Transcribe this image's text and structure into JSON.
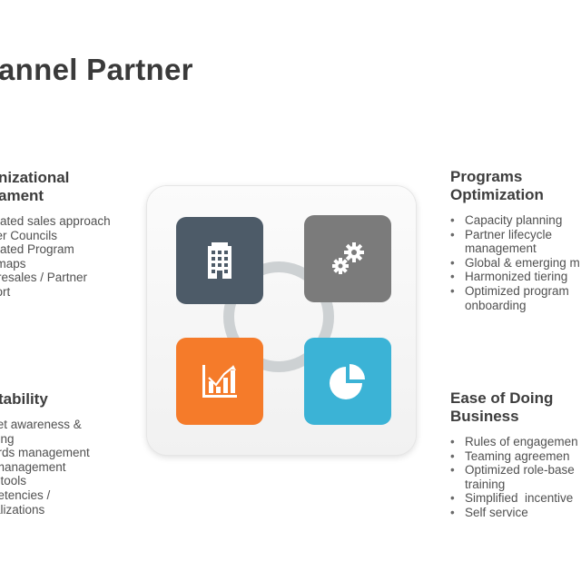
{
  "title": "annel Partner",
  "colors": {
    "tile_building": "#4d5b68",
    "tile_gears": "#7b7b7b",
    "tile_chart": "#f57b2a",
    "tile_pie": "#3bb3d6",
    "ring": "#cdd1d3"
  },
  "organizational": {
    "heading_line1": "nizational",
    "heading_line2": "ament",
    "items": [
      "grated sales approach",
      "ner Councils",
      "grated Program",
      "dmaps",
      "Presales / Partner",
      "port"
    ]
  },
  "accountability": {
    "heading": "tability",
    "items": [
      "cet awareness &",
      "ding",
      "ards management",
      " management",
      "s tools",
      "petencies /",
      "ializations"
    ]
  },
  "programs": {
    "heading_line1": "Programs",
    "heading_line2": "Optimization",
    "items": [
      "Capacity planning",
      "Partner lifecycle",
      "Global & emerging m",
      "Harmonized tiering",
      "Optimized program"
    ],
    "continuations": [
      "management",
      "onboarding"
    ]
  },
  "ease": {
    "heading_line1": "Ease of Doing",
    "heading_line2": "Business",
    "items": [
      "Rules of engagemen",
      "Teaming agreemen",
      "Optimized role-base",
      "Simplified  incentive",
      "Self service"
    ],
    "continuations": [
      "training"
    ]
  },
  "icons": [
    "building-icon",
    "gears-icon",
    "bar-chart-icon",
    "pie-chart-icon"
  ]
}
